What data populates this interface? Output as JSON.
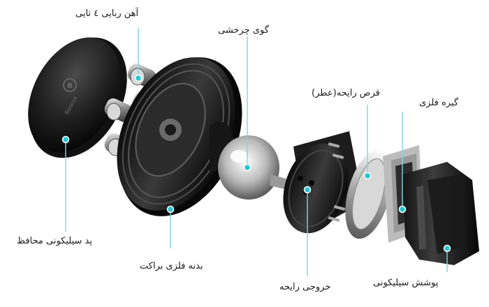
{
  "brand": {
    "logo_text": "Baseus"
  },
  "colors": {
    "accent": "#2bc4cf",
    "line": "#7fd6dc"
  },
  "labels": {
    "magnets": "آهن ربایی ٤ تایی",
    "ball": "گوی چرخشی",
    "scent_disc": "قرص رایحه(عطر)",
    "metal_clip": "گیره فلزی",
    "silicone_pad": "پد سیلیکونی محافظ",
    "metal_body": "بدنه فلزی براکت",
    "scent_outlet": "خروجی رایحه",
    "silicone_cover": "پوشش سیلیکونی"
  }
}
